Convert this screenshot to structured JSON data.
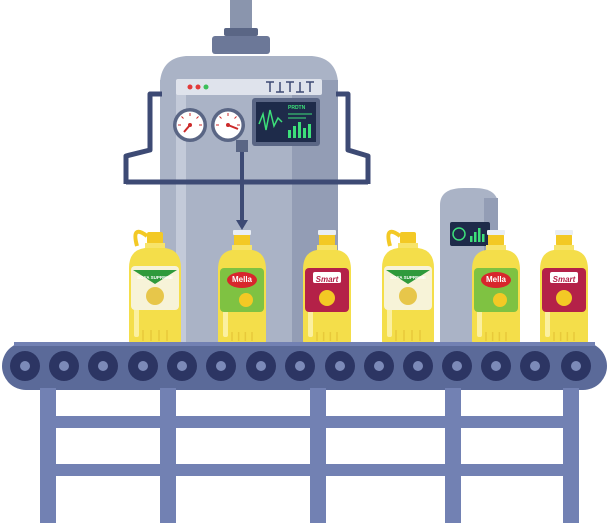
{
  "scene": {
    "colors": {
      "machine_body": "#aab3c6",
      "machine_shadow": "#8a95ad",
      "machine_dark": "#5a6685",
      "pipe": "#3d4a74",
      "screen_bg": "#1e2b4a",
      "screen_green": "#3de07a",
      "belt": "#5b6a99",
      "roller": "#2c3563",
      "roller_center": "#7c8ab8",
      "frame": "#7281b3",
      "oil": "#f4de4a",
      "cap": "#f3c925"
    },
    "brands": {
      "soya": "SOYA SUPREME",
      "mella": "Mella",
      "smart": "Smart"
    },
    "panel": {
      "display_text": "PRDTN"
    }
  }
}
